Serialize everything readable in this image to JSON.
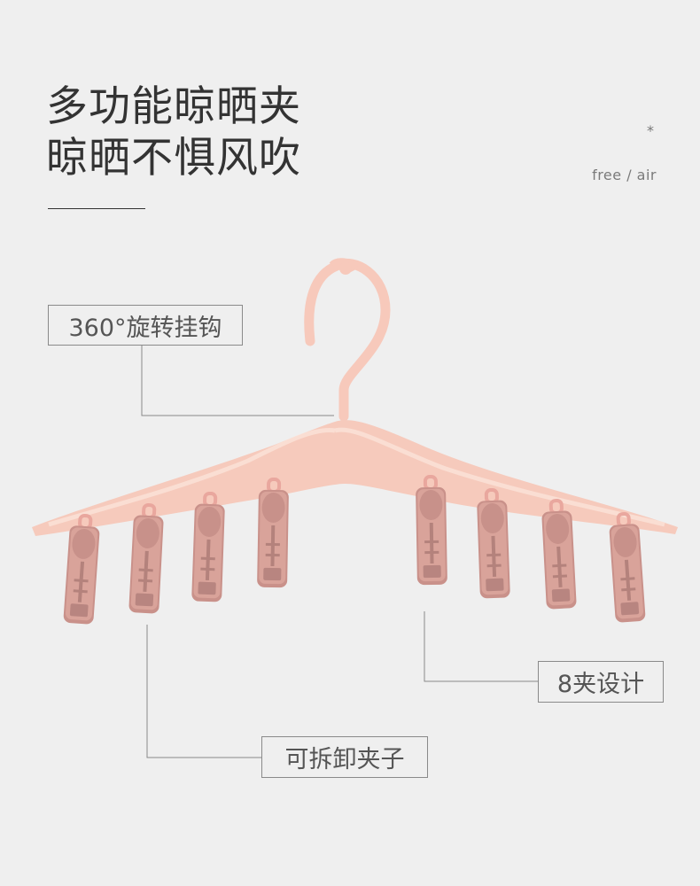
{
  "headline": {
    "line1": "多功能晾晒夹",
    "line2": "晾晒不惧风吹"
  },
  "decor": {
    "star": "*",
    "tagline": "free / air"
  },
  "callouts": {
    "hook": "360°旋转挂钩",
    "clips": "8夹设计",
    "detachable": "可拆卸夹子"
  },
  "colors": {
    "background": "#efefef",
    "hanger_pink": "#f5c7b8",
    "clip_pink": "#d49a90",
    "leader_line": "#8a8a8a"
  }
}
